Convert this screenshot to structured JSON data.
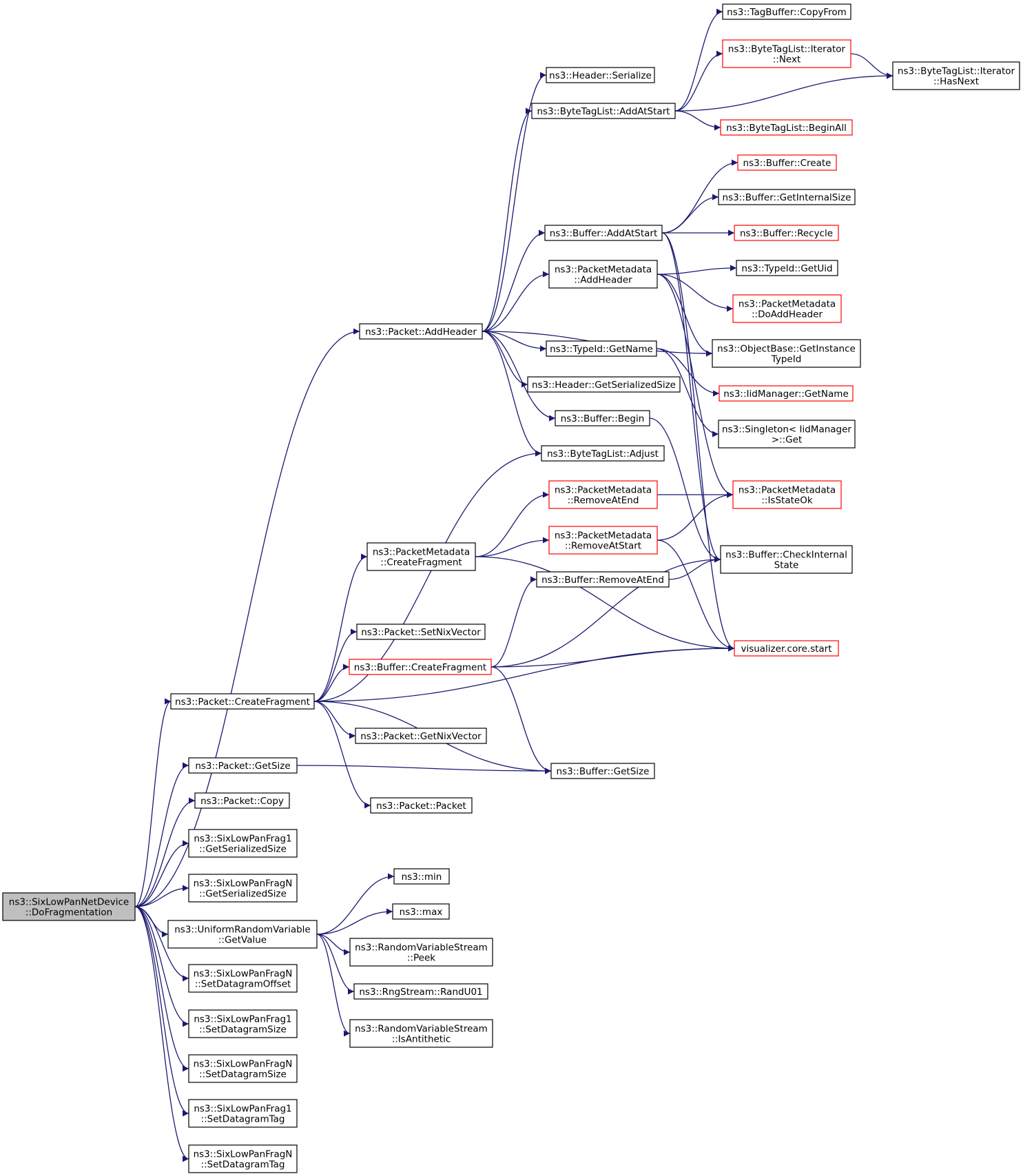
{
  "colors": {
    "edge": "#191970",
    "highlight_border": "#ff0000",
    "root_fill": "#bfbfbf"
  },
  "nodes": [
    {
      "id": "root",
      "lines": [
        "ns3::SixLowPanNetDevice",
        "::DoFragmentation"
      ],
      "style": "root"
    },
    {
      "id": "packet-addheader",
      "lines": [
        "ns3::Packet::AddHeader"
      ],
      "style": "normal"
    },
    {
      "id": "packet-createfragment",
      "lines": [
        "ns3::Packet::CreateFragment"
      ],
      "style": "normal"
    },
    {
      "id": "packet-getsize",
      "lines": [
        "ns3::Packet::GetSize"
      ],
      "style": "normal"
    },
    {
      "id": "packet-copy",
      "lines": [
        "ns3::Packet::Copy"
      ],
      "style": "normal"
    },
    {
      "id": "frag1-getserializedsize",
      "lines": [
        "ns3::SixLowPanFrag1",
        "::GetSerializedSize"
      ],
      "style": "normal"
    },
    {
      "id": "fragn-getserializedsize",
      "lines": [
        "ns3::SixLowPanFragN",
        "::GetSerializedSize"
      ],
      "style": "normal"
    },
    {
      "id": "uniform-getvalue",
      "lines": [
        "ns3::UniformRandomVariable",
        "::GetValue"
      ],
      "style": "normal"
    },
    {
      "id": "fragn-setdatagramoffset",
      "lines": [
        "ns3::SixLowPanFragN",
        "::SetDatagramOffset"
      ],
      "style": "normal"
    },
    {
      "id": "frag1-setdatagramsize",
      "lines": [
        "ns3::SixLowPanFrag1",
        "::SetDatagramSize"
      ],
      "style": "normal"
    },
    {
      "id": "fragn-setdatagramsize",
      "lines": [
        "ns3::SixLowPanFragN",
        "::SetDatagramSize"
      ],
      "style": "normal"
    },
    {
      "id": "frag1-setdatagramtag",
      "lines": [
        "ns3::SixLowPanFrag1",
        "::SetDatagramTag"
      ],
      "style": "normal"
    },
    {
      "id": "fragn-setdatagramtag",
      "lines": [
        "ns3::SixLowPanFragN",
        "::SetDatagramTag"
      ],
      "style": "normal"
    },
    {
      "id": "header-serialize",
      "lines": [
        "ns3::Header::Serialize"
      ],
      "style": "normal"
    },
    {
      "id": "bytetaglist-addatstart",
      "lines": [
        "ns3::ByteTagList::AddAtStart"
      ],
      "style": "normal"
    },
    {
      "id": "buffer-addatstart",
      "lines": [
        "ns3::Buffer::AddAtStart"
      ],
      "style": "normal"
    },
    {
      "id": "packetmetadata-addheader",
      "lines": [
        "ns3::PacketMetadata",
        "::AddHeader"
      ],
      "style": "normal"
    },
    {
      "id": "typeid-getname",
      "lines": [
        "ns3::TypeId::GetName"
      ],
      "style": "normal"
    },
    {
      "id": "header-getserializedsize",
      "lines": [
        "ns3::Header::GetSerializedSize"
      ],
      "style": "normal"
    },
    {
      "id": "buffer-begin",
      "lines": [
        "ns3::Buffer::Begin"
      ],
      "style": "normal"
    },
    {
      "id": "bytetaglist-adjust",
      "lines": [
        "ns3::ByteTagList::Adjust"
      ],
      "style": "normal"
    },
    {
      "id": "packetmetadata-removeatend",
      "lines": [
        "ns3::PacketMetadata",
        "::RemoveAtEnd"
      ],
      "style": "red"
    },
    {
      "id": "packetmetadata-createfragment",
      "lines": [
        "ns3::PacketMetadata",
        "::CreateFragment"
      ],
      "style": "normal"
    },
    {
      "id": "packetmetadata-removeatstart",
      "lines": [
        "ns3::PacketMetadata",
        "::RemoveAtStart"
      ],
      "style": "red"
    },
    {
      "id": "buffer-removeatend",
      "lines": [
        "ns3::Buffer::RemoveAtEnd"
      ],
      "style": "normal"
    },
    {
      "id": "packet-setnixvector",
      "lines": [
        "ns3::Packet::SetNixVector"
      ],
      "style": "normal"
    },
    {
      "id": "buffer-createfragment",
      "lines": [
        "ns3::Buffer::CreateFragment"
      ],
      "style": "red"
    },
    {
      "id": "packet-getnixvector",
      "lines": [
        "ns3::Packet::GetNixVector"
      ],
      "style": "normal"
    },
    {
      "id": "buffer-getsize",
      "lines": [
        "ns3::Buffer::GetSize"
      ],
      "style": "normal"
    },
    {
      "id": "packet-packet",
      "lines": [
        "ns3::Packet::Packet"
      ],
      "style": "normal"
    },
    {
      "id": "ns3-min",
      "lines": [
        "ns3::min"
      ],
      "style": "normal"
    },
    {
      "id": "ns3-max",
      "lines": [
        "ns3::max"
      ],
      "style": "normal"
    },
    {
      "id": "rvs-peek",
      "lines": [
        "ns3::RandomVariableStream",
        "::Peek"
      ],
      "style": "normal"
    },
    {
      "id": "rngstream-randu01",
      "lines": [
        "ns3::RngStream::RandU01"
      ],
      "style": "normal"
    },
    {
      "id": "rvs-isantithetic",
      "lines": [
        "ns3::RandomVariableStream",
        "::IsAntithetic"
      ],
      "style": "normal"
    },
    {
      "id": "tagbuffer-copyfrom",
      "lines": [
        "ns3::TagBuffer::CopyFrom"
      ],
      "style": "normal"
    },
    {
      "id": "bytetaglist-iterator-next",
      "lines": [
        "ns3::ByteTagList::Iterator",
        "::Next"
      ],
      "style": "red"
    },
    {
      "id": "bytetaglist-iterator-hasnext",
      "lines": [
        "ns3::ByteTagList::Iterator",
        "::HasNext"
      ],
      "style": "normal"
    },
    {
      "id": "bytetaglist-beginall",
      "lines": [
        "ns3::ByteTagList::BeginAll"
      ],
      "style": "red"
    },
    {
      "id": "buffer-create",
      "lines": [
        "ns3::Buffer::Create"
      ],
      "style": "red"
    },
    {
      "id": "buffer-getinternalsize",
      "lines": [
        "ns3::Buffer::GetInternalSize"
      ],
      "style": "normal"
    },
    {
      "id": "buffer-recycle",
      "lines": [
        "ns3::Buffer::Recycle"
      ],
      "style": "red"
    },
    {
      "id": "typeid-getuid",
      "lines": [
        "ns3::TypeId::GetUid"
      ],
      "style": "normal"
    },
    {
      "id": "packetmetadata-doaddheader",
      "lines": [
        "ns3::PacketMetadata",
        "::DoAddHeader"
      ],
      "style": "red"
    },
    {
      "id": "objectbase-getinstancetypeid",
      "lines": [
        "ns3::ObjectBase::GetInstance",
        "TypeId"
      ],
      "style": "normal"
    },
    {
      "id": "iidmanager-getname",
      "lines": [
        "ns3::IidManager::GetName"
      ],
      "style": "red"
    },
    {
      "id": "singleton-get",
      "lines": [
        "ns3::Singleton< IidManager",
        ">::Get"
      ],
      "style": "normal"
    },
    {
      "id": "packetmetadata-isstateok",
      "lines": [
        "ns3::PacketMetadata",
        "::IsStateOk"
      ],
      "style": "red"
    },
    {
      "id": "buffer-checkinternalstate",
      "lines": [
        "ns3::Buffer::CheckInternal",
        "State"
      ],
      "style": "normal"
    },
    {
      "id": "visualizer-core-start",
      "lines": [
        "visualizer.core.start"
      ],
      "style": "red"
    }
  ],
  "edges": [
    [
      "root",
      "packet-addheader"
    ],
    [
      "root",
      "packet-createfragment"
    ],
    [
      "root",
      "packet-getsize"
    ],
    [
      "root",
      "packet-copy"
    ],
    [
      "root",
      "frag1-getserializedsize"
    ],
    [
      "root",
      "fragn-getserializedsize"
    ],
    [
      "root",
      "uniform-getvalue"
    ],
    [
      "root",
      "fragn-setdatagramoffset"
    ],
    [
      "root",
      "frag1-setdatagramsize"
    ],
    [
      "root",
      "fragn-setdatagramsize"
    ],
    [
      "root",
      "frag1-setdatagramtag"
    ],
    [
      "root",
      "fragn-setdatagramtag"
    ],
    [
      "packet-addheader",
      "header-serialize"
    ],
    [
      "packet-addheader",
      "bytetaglist-addatstart"
    ],
    [
      "packet-addheader",
      "buffer-addatstart"
    ],
    [
      "packet-addheader",
      "packetmetadata-addheader"
    ],
    [
      "packet-addheader",
      "objectbase-getinstancetypeid"
    ],
    [
      "packet-addheader",
      "typeid-getname"
    ],
    [
      "packet-addheader",
      "header-getserializedsize"
    ],
    [
      "packet-addheader",
      "buffer-begin"
    ],
    [
      "packet-addheader",
      "bytetaglist-adjust"
    ],
    [
      "bytetaglist-addatstart",
      "tagbuffer-copyfrom"
    ],
    [
      "bytetaglist-addatstart",
      "bytetaglist-iterator-next"
    ],
    [
      "bytetaglist-addatstart",
      "bytetaglist-iterator-hasnext"
    ],
    [
      "bytetaglist-addatstart",
      "bytetaglist-beginall"
    ],
    [
      "bytetaglist-iterator-next",
      "bytetaglist-iterator-hasnext"
    ],
    [
      "buffer-addatstart",
      "buffer-create"
    ],
    [
      "buffer-addatstart",
      "buffer-getinternalsize"
    ],
    [
      "buffer-addatstart",
      "buffer-recycle"
    ],
    [
      "buffer-addatstart",
      "buffer-checkinternalstate"
    ],
    [
      "buffer-addatstart",
      "visualizer-core-start"
    ],
    [
      "packetmetadata-addheader",
      "typeid-getuid"
    ],
    [
      "packetmetadata-addheader",
      "packetmetadata-doaddheader"
    ],
    [
      "packetmetadata-addheader",
      "objectbase-getinstancetypeid"
    ],
    [
      "packetmetadata-addheader",
      "packetmetadata-isstateok"
    ],
    [
      "typeid-getname",
      "iidmanager-getname"
    ],
    [
      "typeid-getname",
      "singleton-get"
    ],
    [
      "buffer-begin",
      "buffer-checkinternalstate"
    ],
    [
      "packet-createfragment",
      "bytetaglist-adjust"
    ],
    [
      "packet-createfragment",
      "packetmetadata-createfragment"
    ],
    [
      "packet-createfragment",
      "packet-setnixvector"
    ],
    [
      "packet-createfragment",
      "buffer-createfragment"
    ],
    [
      "packet-createfragment",
      "visualizer-core-start"
    ],
    [
      "packet-createfragment",
      "packet-getnixvector"
    ],
    [
      "packet-createfragment",
      "buffer-getsize"
    ],
    [
      "packet-createfragment",
      "packet-packet"
    ],
    [
      "packetmetadata-createfragment",
      "packetmetadata-removeatend"
    ],
    [
      "packetmetadata-createfragment",
      "packetmetadata-removeatstart"
    ],
    [
      "packetmetadata-createfragment",
      "visualizer-core-start"
    ],
    [
      "packetmetadata-removeatend",
      "packetmetadata-isstateok"
    ],
    [
      "packetmetadata-removeatstart",
      "packetmetadata-isstateok"
    ],
    [
      "packetmetadata-removeatstart",
      "visualizer-core-start"
    ],
    [
      "buffer-removeatend",
      "buffer-checkinternalstate"
    ],
    [
      "buffer-createfragment",
      "buffer-removeatend"
    ],
    [
      "buffer-createfragment",
      "buffer-checkinternalstate"
    ],
    [
      "buffer-createfragment",
      "visualizer-core-start"
    ],
    [
      "buffer-createfragment",
      "buffer-getsize"
    ],
    [
      "packet-getsize",
      "buffer-getsize"
    ],
    [
      "uniform-getvalue",
      "ns3-min"
    ],
    [
      "uniform-getvalue",
      "ns3-max"
    ],
    [
      "uniform-getvalue",
      "rvs-peek"
    ],
    [
      "uniform-getvalue",
      "rngstream-randu01"
    ],
    [
      "uniform-getvalue",
      "rvs-isantithetic"
    ]
  ]
}
